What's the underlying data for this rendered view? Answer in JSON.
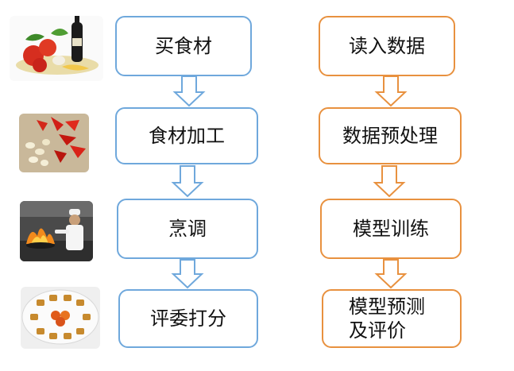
{
  "left_flow": {
    "steps": [
      "买食材",
      "食材加工",
      "烹调",
      "评委打分"
    ],
    "color": "#6fa8dc"
  },
  "right_flow": {
    "steps": [
      "读入数据",
      "数据预处理",
      "模型训练",
      "模型预测\n及评价"
    ],
    "color": "#e8913f"
  },
  "images": [
    "vegetables-photo",
    "chopped-peppers-garlic-photo",
    "chef-cooking-photo",
    "plated-dish-photo"
  ]
}
